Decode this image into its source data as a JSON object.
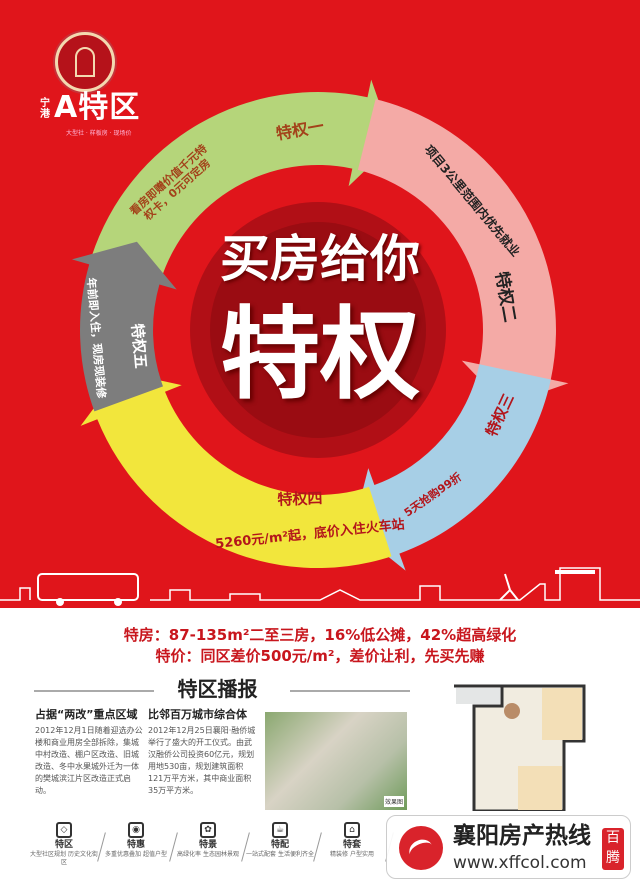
{
  "brand": {
    "prefix": "宁港",
    "name": "A特区",
    "tagline": "大型社 · 样板房 · 现场价"
  },
  "headline": {
    "line1": "买房给你",
    "line2": "特权"
  },
  "privileges": [
    {
      "title": "特权一",
      "text": "看房即赠价值千元特权卡，0元可定房",
      "color": "#b5d57a",
      "text_color": "#a3421a"
    },
    {
      "title": "特权二",
      "text": "项目3公里范围内优先就业",
      "color": "#f4aaa6",
      "text_color": "#222"
    },
    {
      "title": "特权三",
      "text": "5天抢购99折",
      "color": "#a7cfe6",
      "text_color": "#b3151b"
    },
    {
      "title": "特权四",
      "text": "5260元/m²起，底价入住火车站",
      "color": "#f2e63c",
      "text_color": "#b3151b"
    },
    {
      "title": "特权五",
      "text": "年前即入住，现房现装修",
      "color": "#7d7d7d",
      "text_color": "#fff"
    }
  ],
  "specs": {
    "line1": "特房：87-135m²二至三房，16%低公摊，42%超高绿化",
    "line2": "特价：同区差价500元/m²，差价让利，先买先赚"
  },
  "news": {
    "heading": "特区播报",
    "articles": [
      {
        "title": "占据“两改”重点区域",
        "body": "2012年12月1日随着迎选办公楼和商业用房全部拆除，集城中村改造、棚户区改造、旧城改造、冬中水果城外迁为一体的樊城滨江片区改造正式启动。"
      },
      {
        "title": "比邻百万城市综合体",
        "body": "2012年12月25日襄阳·融侨城举行了盛大的开工仪式。由武汉融侨公司投资60亿元，规划用地530亩，规划建筑面积121万平方米，其中商业面积35万平方米。"
      }
    ],
    "photo_tag": "效果图"
  },
  "features": [
    {
      "icon": "area-icon",
      "title": "特区",
      "desc": "大型社区规划 历史文化街区"
    },
    {
      "icon": "discount-icon",
      "title": "特惠",
      "desc": "多重优惠叠加 超值户型"
    },
    {
      "icon": "view-icon",
      "title": "特景",
      "desc": "高绿化率 生态园林景观"
    },
    {
      "icon": "amenity-icon",
      "title": "特配",
      "desc": "一站式配套 生活便利齐全"
    },
    {
      "icon": "house-icon",
      "title": "特套",
      "desc": "精装修 户型实用"
    }
  ],
  "watermark": {
    "title": "襄阳房产热线",
    "url": "www.xffcol.com",
    "badge": "百腾"
  },
  "colors": {
    "background": "#e0151b",
    "accent": "#c8161d"
  }
}
